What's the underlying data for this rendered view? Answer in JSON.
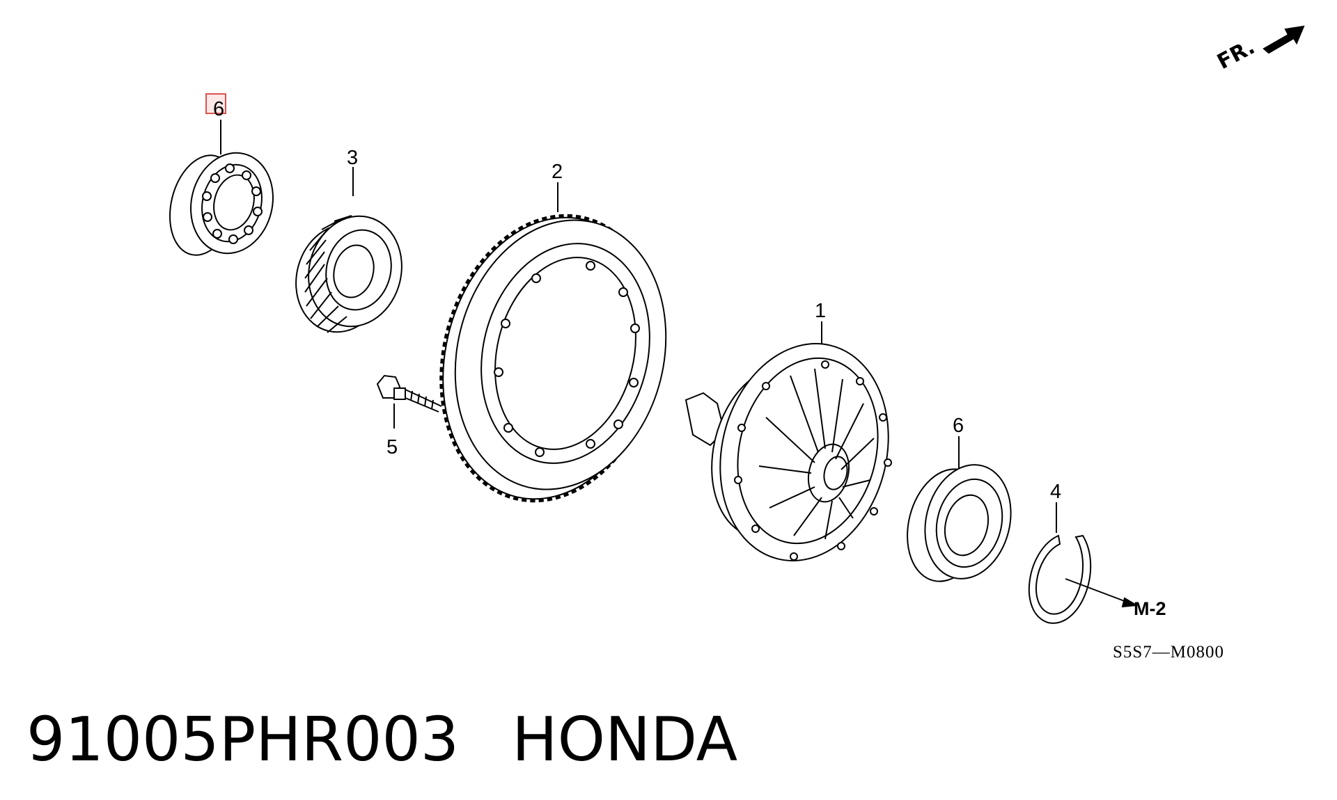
{
  "diagram": {
    "orientation_label": "FR.",
    "reference_code": "S5S7—M0800",
    "navigation_ref": "M-2",
    "callouts": {
      "bearing_top": "6",
      "pinion_gear": "3",
      "ring_gear": "2",
      "differential_carrier": "1",
      "bolt": "5",
      "bearing_right": "6",
      "snap_ring": "4"
    },
    "highlight_color": "#d9534f"
  },
  "caption": {
    "part_number": "91005PHR003",
    "brand": "HONDA"
  }
}
